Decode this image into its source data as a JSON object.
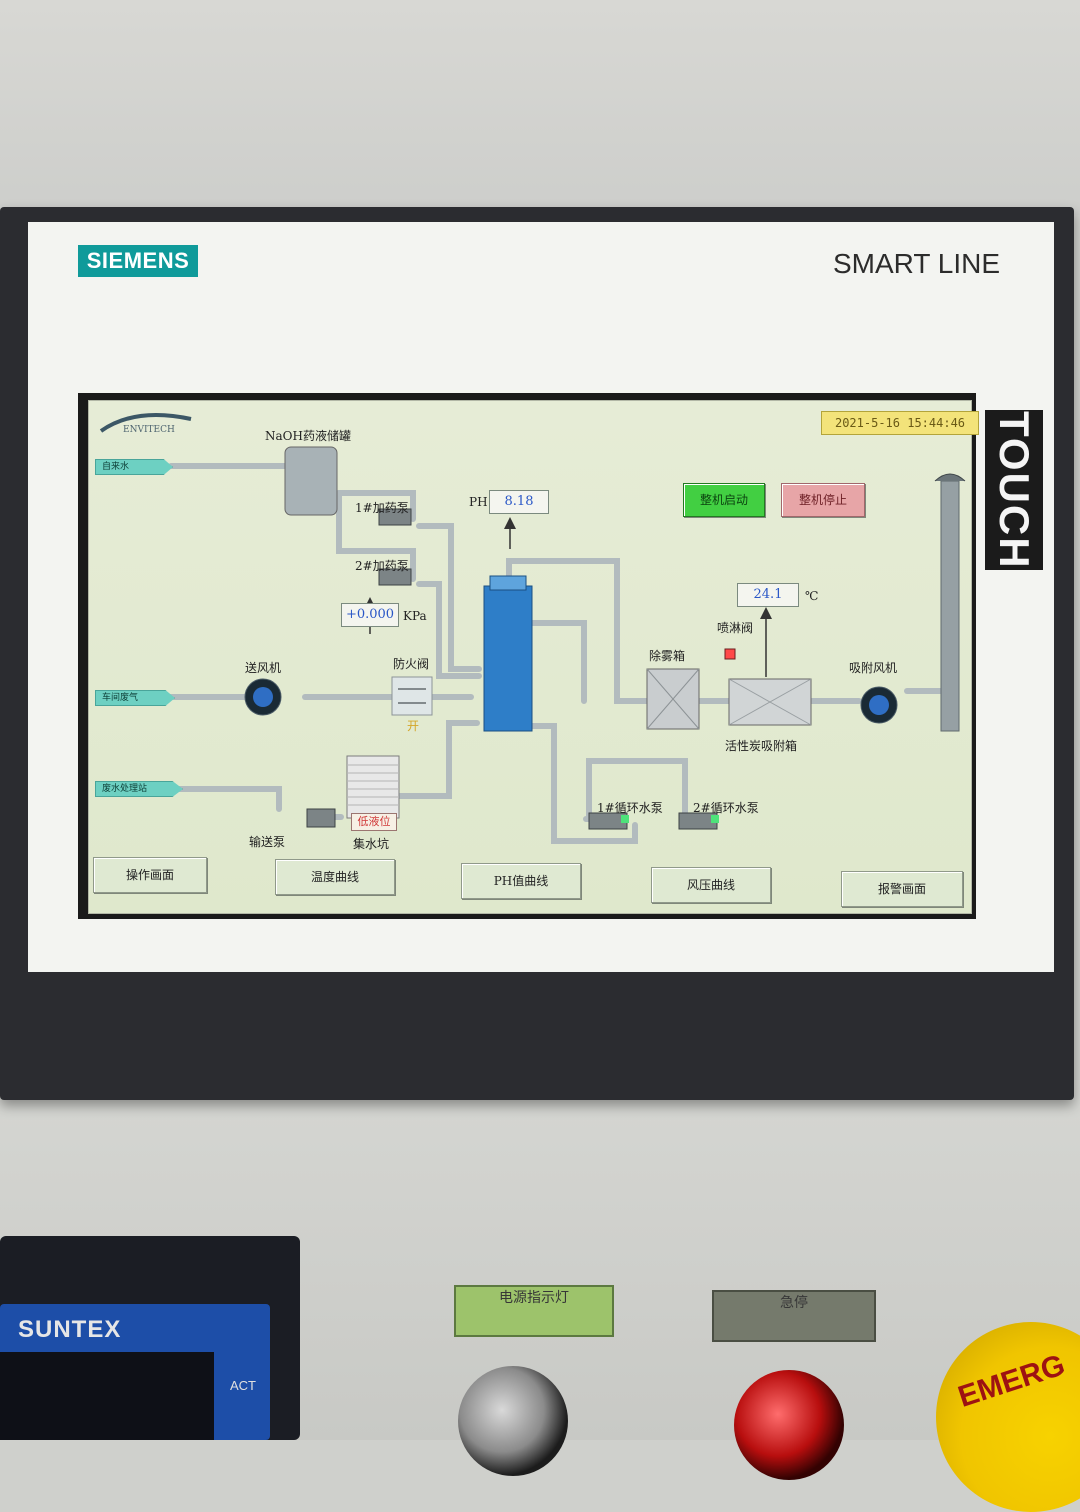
{
  "device": {
    "brand": "SIEMENS",
    "product_line": "SMART LINE",
    "touch_label": "TOUCH"
  },
  "hmi": {
    "company_logo": "ENVITECH",
    "timestamp": "2021-5-16 15:44:46",
    "tank_label": "NaOH药液储罐",
    "dosing_pump_1": "1#加药泵",
    "dosing_pump_2": "2#加药泵",
    "ph_label": "PH",
    "ph_value": "8.18",
    "pressure_value": "+0.000",
    "pressure_unit": "KPa",
    "temperature_value": "24.1",
    "temperature_unit": "℃",
    "start_button": "整机启动",
    "stop_button": "整机停止",
    "blower_label": "送风机",
    "fire_damper_label": "防火阀",
    "fire_damper_state": "开",
    "demister_label": "除雾箱",
    "spray_valve_label": "喷淋阀",
    "carbon_box_label": "活性炭吸附箱",
    "suction_fan_label": "吸附风机",
    "circulation_pump_1": "1#循环水泵",
    "circulation_pump_2": "2#循环水泵",
    "transfer_pump_label": "输送泵",
    "sump_label": "集水坑",
    "low_level_label": "低液位",
    "inlet_tags": {
      "top": "自来水",
      "middle": "车间废气",
      "bottom": "废水处理站"
    },
    "nav_buttons": [
      "操作画面",
      "温度曲线",
      "PH值曲线",
      "风压曲线",
      "报警画面"
    ]
  },
  "panel": {
    "meter_brand": "SUNTEX",
    "meter_act": "ACT",
    "emergency_text": "EMERG",
    "sticker_left": "电源指示灯",
    "sticker_right": "急停"
  },
  "colors": {
    "hmi_bg": "#e6ecd6",
    "accent_cyan": "#6dd0c2",
    "tower_blue": "#2e7ec8",
    "start_green": "#42cf42",
    "stop_pink": "#e7a5a7"
  }
}
